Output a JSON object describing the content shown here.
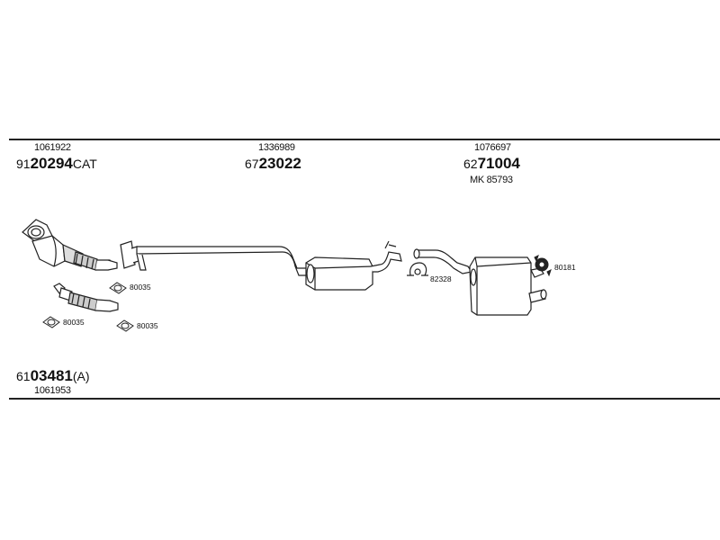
{
  "colors": {
    "line": "#222222",
    "background": "#ffffff"
  },
  "parts": {
    "catalyst": {
      "oe": "1061922",
      "prefix": "91",
      "main": "20294",
      "suffix": "CAT"
    },
    "front_pipe": {
      "oe": "1061953",
      "prefix": "61",
      "main": "03481",
      "suffix": "(A)"
    },
    "middle_silencer": {
      "oe": "1336989",
      "prefix": "67",
      "main": "23022"
    },
    "rear_silencer": {
      "oe": "1076697",
      "prefix": "62",
      "main": "71004",
      "kit": "MK 85793"
    }
  },
  "small_parts": {
    "gasket_a": "80035",
    "gasket_b": "80035",
    "gasket_c": "80035",
    "clamp": "82328",
    "rubber_mount": "80181"
  }
}
